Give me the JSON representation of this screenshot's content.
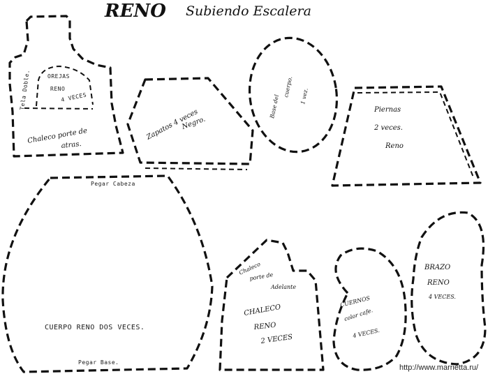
{
  "title": {
    "main": "RENO",
    "subtitle": "Subiendo Escalera"
  },
  "pieces": {
    "vest_back": {
      "side_label": "Tela Doble.",
      "ears_line1": "OREJAS",
      "ears_line2": "RENO",
      "ears_line3": "4 VECES",
      "body_line1": "Chaleco porte de",
      "body_line2": "atras."
    },
    "shoes": {
      "line1": "Zapatos 4 veces",
      "line2": "Negro."
    },
    "body_base": {
      "line1": "Base del",
      "line2": "cuerpo.",
      "line3": "1 vez."
    },
    "legs": {
      "line1": "Piernas",
      "line2": "2 veces.",
      "line3": "Reno"
    },
    "body": {
      "top_label": "Pegar Cabeza",
      "center_label": "CUERPO RENO DOS VECES.",
      "bottom_label": "Pegar Base."
    },
    "vest_front": {
      "tag_line1": "Chaleco",
      "tag_line2": "porte de",
      "tag_line3": "Adelante",
      "line1": "CHALECO",
      "line2": "RENO",
      "line3": "2 VECES"
    },
    "antlers": {
      "line1": "CUERNOS",
      "line2": "color cafe.",
      "line3": "4 VECES."
    },
    "arm": {
      "line1": "BRAZO",
      "line2": "RENO",
      "line3": "4 VECES."
    }
  },
  "watermark": "http://www.marrietta.ru/"
}
